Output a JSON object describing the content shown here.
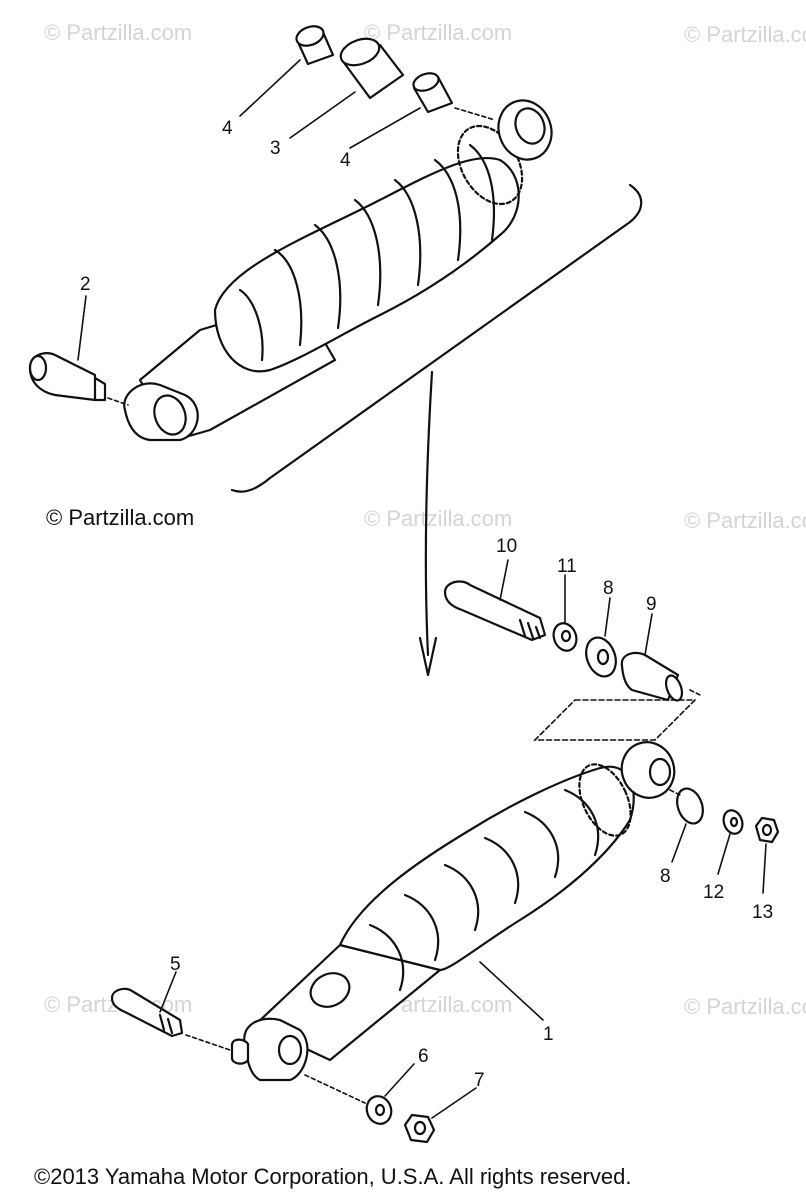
{
  "watermark": {
    "text": "© Partzilla.com",
    "main_text": "© Partzilla.com"
  },
  "footer": {
    "copyright": "©2013  Yamaha Motor Corporation, U.S.A. All rights reserved."
  },
  "callouts": {
    "top_assembly": [
      "4",
      "3",
      "4",
      "2"
    ],
    "bottom_assembly": [
      "10",
      "11",
      "8",
      "9",
      "8",
      "12",
      "13",
      "5",
      "1",
      "6",
      "7"
    ]
  },
  "colors": {
    "line": "#111111",
    "watermark": "#d4d4d4",
    "background": "#ffffff"
  }
}
